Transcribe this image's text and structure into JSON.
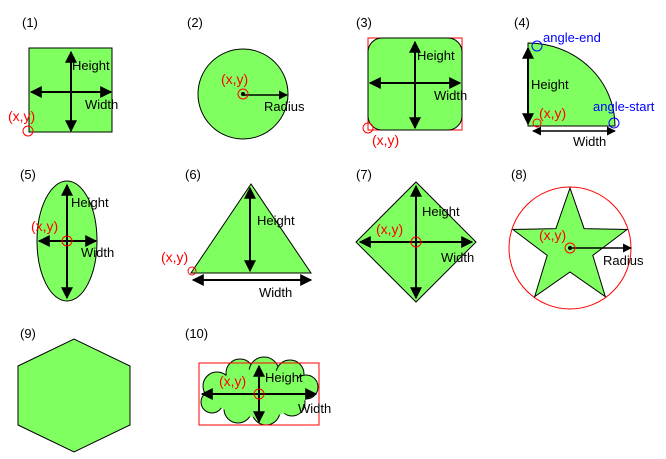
{
  "shapes": [
    {
      "number": "(1)",
      "labels": {
        "height": "Height",
        "width": "Width",
        "xy": "(x,y)"
      }
    },
    {
      "number": "(2)",
      "labels": {
        "xy": "(x,y)",
        "radius": "Radius"
      }
    },
    {
      "number": "(3)",
      "labels": {
        "height": "Height",
        "width": "Width",
        "xy": "(x,y)"
      }
    },
    {
      "number": "(4)",
      "labels": {
        "angle_end": "angle-end",
        "height": "Height",
        "xy": "(x,y)",
        "angle_start": "angle-start",
        "width": "Width"
      }
    },
    {
      "number": "(5)",
      "labels": {
        "height": "Height",
        "xy": "(x,y)",
        "width": "Width"
      }
    },
    {
      "number": "(6)",
      "labels": {
        "height": "Height",
        "xy": "(x,y)",
        "width": "Width"
      }
    },
    {
      "number": "(7)",
      "labels": {
        "height": "Height",
        "xy": "(x,y)",
        "width": "Width"
      }
    },
    {
      "number": "(8)",
      "labels": {
        "xy": "(x,y)",
        "radius": "Radius"
      }
    },
    {
      "number": "(9)",
      "labels": {}
    },
    {
      "number": "(10)",
      "labels": {
        "xy": "(x,y)",
        "height": "Height",
        "width": "Width"
      }
    }
  ],
  "colors": {
    "fill": "#80ff60",
    "outline": "#000000",
    "marker": "#ff0000",
    "angle_marker": "#0000ff"
  }
}
